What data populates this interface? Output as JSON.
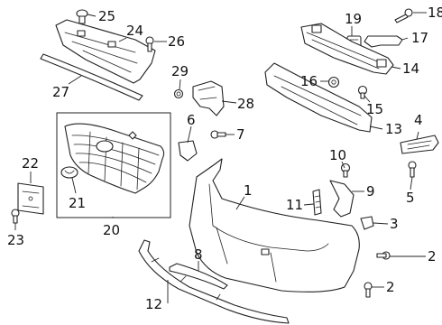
{
  "callouts": {
    "c1": "1",
    "c2a": "2",
    "c2b": "2",
    "c3": "3",
    "c4": "4",
    "c5": "5",
    "c6": "6",
    "c7": "7",
    "c8": "8",
    "c9": "9",
    "c10": "10",
    "c11": "11",
    "c12": "12",
    "c13": "13",
    "c14": "14",
    "c15": "15",
    "c16": "16",
    "c17": "17",
    "c18": "18",
    "c19": "19",
    "c20": "20",
    "c21": "21",
    "c22": "22",
    "c23": "23",
    "c24": "24",
    "c25": "25",
    "c26": "26",
    "c27": "27",
    "c28": "28",
    "c29": "29"
  },
  "colors": {
    "line": "#222222",
    "background": "#ffffff",
    "text": "#111111"
  }
}
